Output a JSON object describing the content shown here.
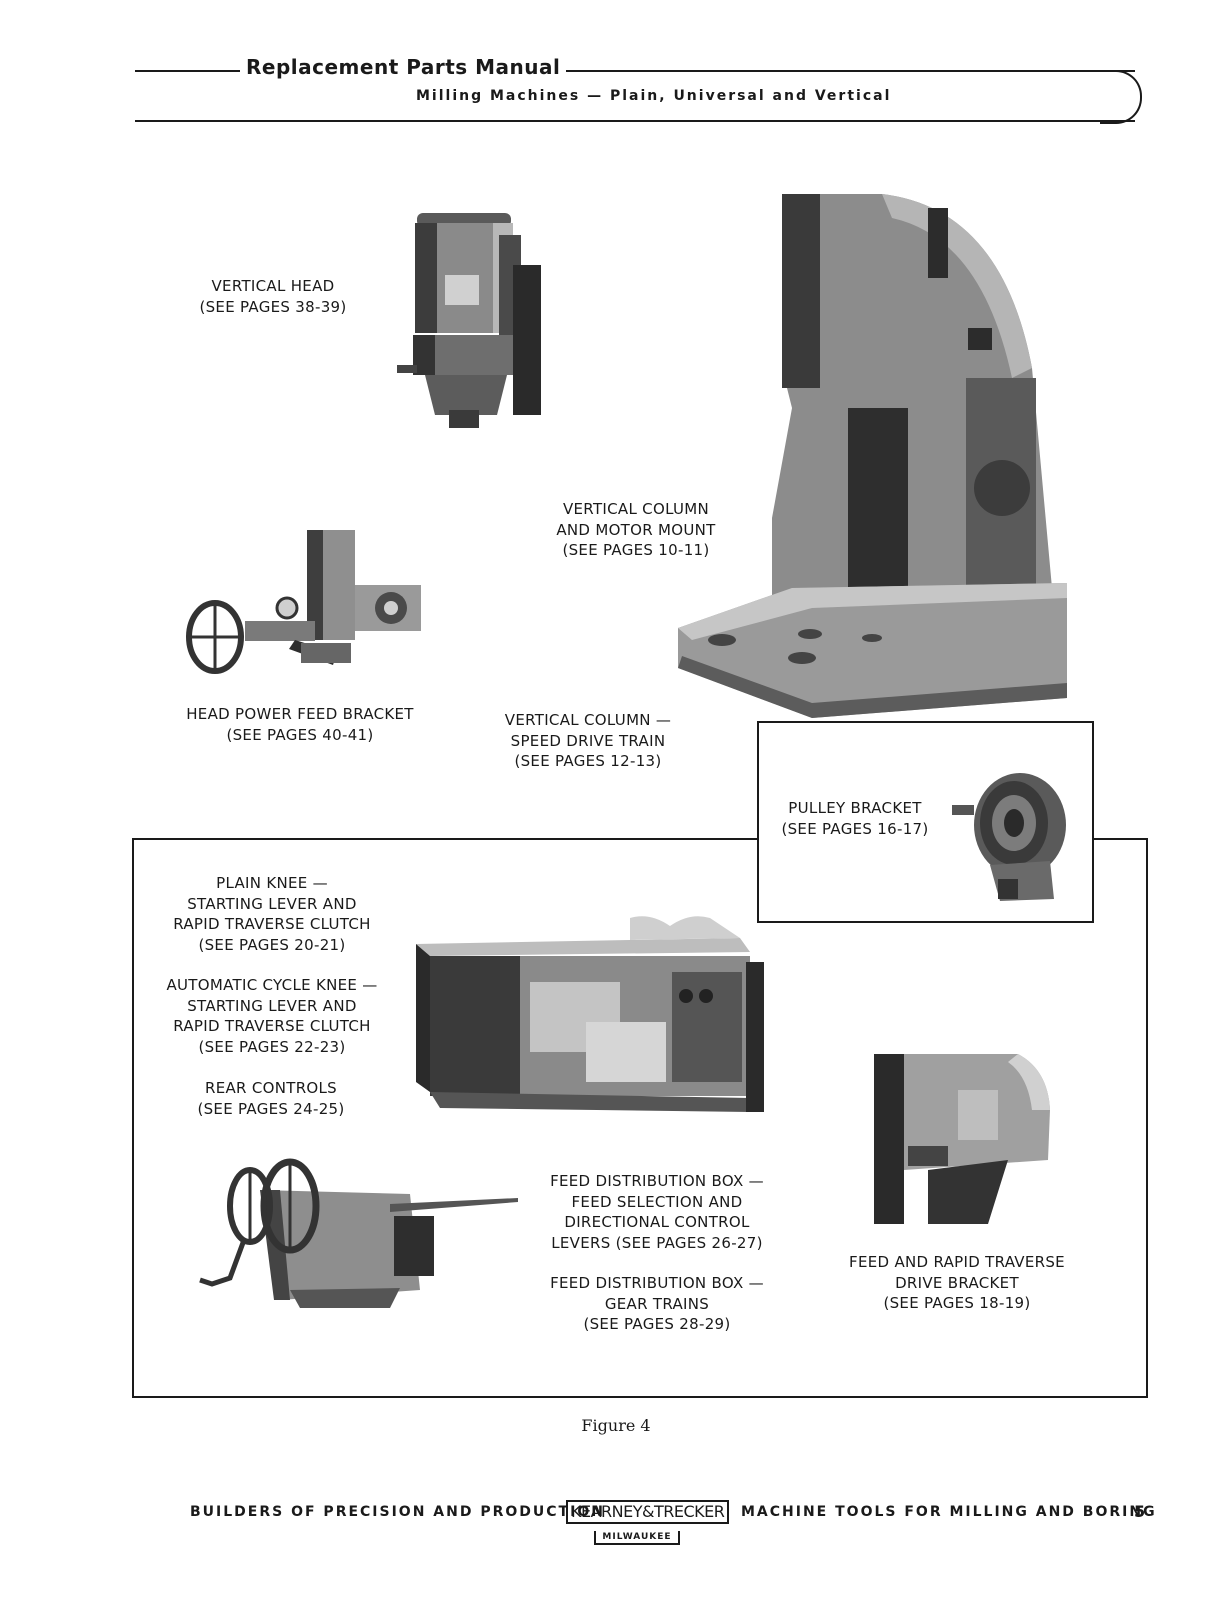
{
  "header": {
    "title": "Replacement Parts Manual",
    "subtitle": "Milling Machines — Plain, Universal and Vertical"
  },
  "captions": {
    "vertical_head": "VERTICAL HEAD\n(SEE PAGES 38-39)",
    "vertical_column_motor_mount": "VERTICAL COLUMN\nAND MOTOR MOUNT\n(SEE PAGES 10-11)",
    "head_power_feed_bracket": "HEAD POWER FEED BRACKET\n(SEE PAGES 40-41)",
    "vertical_column_speed_drive": "VERTICAL COLUMN —\nSPEED DRIVE TRAIN\n(SEE PAGES 12-13)",
    "pulley_bracket": "PULLEY BRACKET\n(SEE PAGES 16-17)",
    "plain_knee": "PLAIN KNEE —\nSTARTING LEVER AND\nRAPID TRAVERSE CLUTCH\n(SEE PAGES 20-21)",
    "automatic_cycle_knee": "AUTOMATIC CYCLE KNEE —\nSTARTING LEVER AND\nRAPID TRAVERSE CLUTCH\n(SEE PAGES 22-23)",
    "rear_controls": "REAR CONTROLS\n(SEE PAGES 24-25)",
    "feed_distribution_levers": "FEED DISTRIBUTION BOX —\nFEED SELECTION AND\nDIRECTIONAL CONTROL\nLEVERS (SEE PAGES 26-27)",
    "feed_distribution_gears": "FEED DISTRIBUTION BOX —\nGEAR TRAINS\n(SEE PAGES 28-29)",
    "feed_rapid_traverse_bracket": "FEED AND RAPID TRAVERSE\nDRIVE BRACKET\n(SEE PAGES 18-19)"
  },
  "figure_caption": "Figure 4",
  "footer": {
    "left_text": "BUILDERS OF PRECISION AND PRODUCTION",
    "logo_main": "KEARNEY&TRECKER",
    "logo_sub": "MILWAUKEE",
    "right_text": "MACHINE TOOLS FOR MILLING AND BORING",
    "page_number": "5"
  }
}
